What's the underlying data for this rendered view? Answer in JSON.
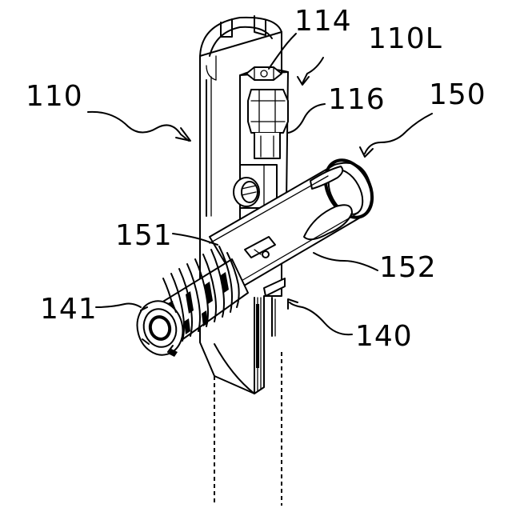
{
  "labels": {
    "l110": "110",
    "l110L": "110L",
    "l114": "114",
    "l116": "116",
    "l150": "150",
    "l151": "151",
    "l152": "152",
    "l141": "141",
    "l140": "140"
  }
}
